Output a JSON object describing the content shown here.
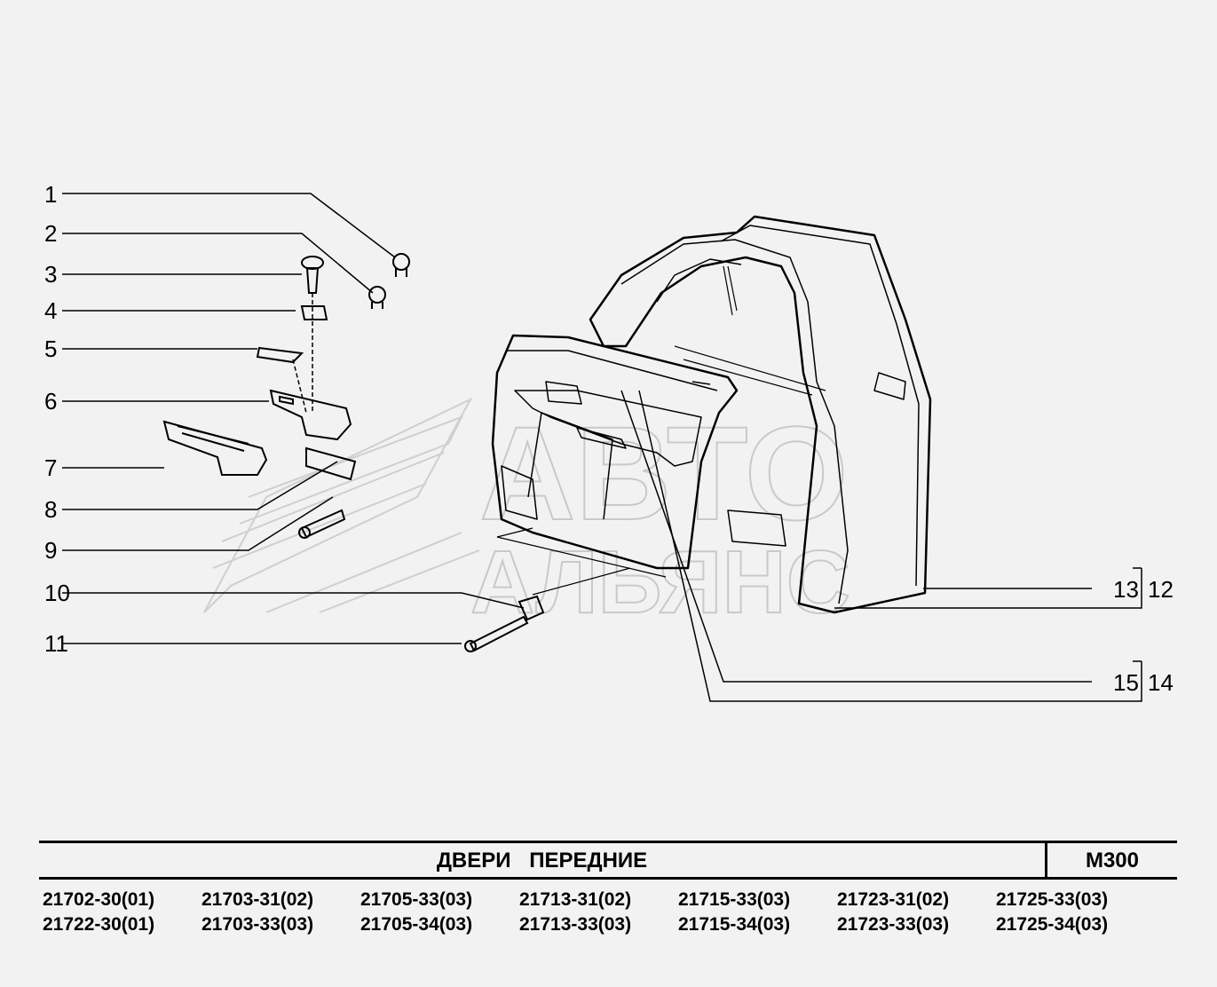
{
  "watermark": {
    "line1": "АВТО",
    "line2": "АЛЬЯНС"
  },
  "callouts_left": [
    "1",
    "2",
    "3",
    "4",
    "5",
    "6",
    "7",
    "8",
    "9",
    "10",
    "11"
  ],
  "callouts_right": [
    {
      "inner": "13",
      "outer": "12"
    },
    {
      "inner": "15",
      "outer": "14"
    }
  ],
  "title": {
    "name": "ДВЕРИ   ПЕРЕДНИЕ",
    "code": "М300"
  },
  "models": {
    "row1": [
      "21702-30(01)",
      "21703-31(02)",
      "21705-33(03)",
      "21713-31(02)",
      "21715-33(03)",
      "21723-31(02)",
      "21725-33(03)"
    ],
    "row2": [
      "21722-30(01)",
      "21703-33(03)",
      "21705-34(03)",
      "21713-33(03)",
      "21715-34(03)",
      "21723-33(03)",
      "21725-34(03)"
    ]
  },
  "colors": {
    "background": "#f2f2f2",
    "line": "#000000",
    "watermark": "#c9c9c9"
  }
}
